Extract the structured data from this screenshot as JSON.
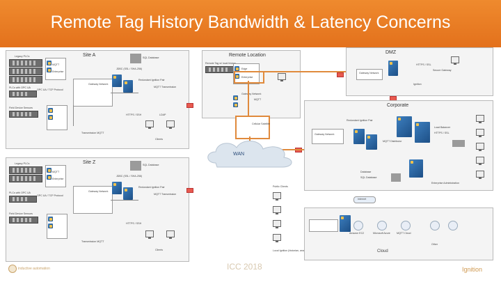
{
  "slide": {
    "title": "Remote Tag History Bandwidth & Latency Concerns"
  },
  "site_a": {
    "label": "Site A",
    "items": [
      "Legacy PLCs",
      "MQTT",
      "Enterprise",
      "PLCs with OPC UA",
      "OPC UA / TCP Protocol",
      "Field Device Sensors",
      "Redundant Ignition Pair",
      "Gateway Network",
      "MQTT Transmission",
      "JDBC (SSL / SHA-256)",
      "HTTPS / SSH",
      "SQL Database",
      "Transmission MQTT",
      "LDAP",
      "Clients"
    ]
  },
  "site_z": {
    "label": "Site Z",
    "items": [
      "Legacy PLCs",
      "MQTT",
      "Enterprise",
      "PLCs with OPC UA",
      "OPC UA / TCP Protocol",
      "Field Device Sensors",
      "Redundant Ignition Pair",
      "Gateway Network",
      "MQTT Transmission",
      "JDBC (SSL / SHA-256)",
      "HTTPS / SSH",
      "SQL Database",
      "Transmission MQTT",
      "Clients"
    ]
  },
  "remote": {
    "label": "Remote Location",
    "items": [
      "Remote Tag w/ local history",
      "Edge",
      "Enterprise",
      "Gateway Network",
      "MQTT",
      "Cellular Satellite"
    ]
  },
  "wan": {
    "label": "WAN"
  },
  "dmz": {
    "label": "DMZ",
    "items": [
      "HTTPS / SSL",
      "Gateway Network",
      "Ignition",
      "Secure Gateway"
    ]
  },
  "corporate": {
    "label": "Corporate",
    "items": [
      "Redundant Ignition Pair",
      "Gateway Network",
      "MQTT Distributor",
      "Load Balancer",
      "HTTPS / SSL",
      "Database",
      "SQL Database",
      "Enterprise Administration"
    ]
  },
  "public": {
    "label": "Public Clients",
    "items": [
      "Internet",
      "Amazon EC2",
      "Microsoft Azure",
      "MQTT Cloud",
      "Cloud",
      "Local Ignition (historian, analysis)",
      "Other"
    ]
  },
  "footer": {
    "left_brand": "inductive automation",
    "center_event": "ICC 2018",
    "right_brand": "Ignition"
  },
  "colors": {
    "title_orange": "#e3711c",
    "path_orange": "#e08a3c",
    "server_blue": "#1d4f86",
    "panel_gray": "#f4f4f4"
  }
}
